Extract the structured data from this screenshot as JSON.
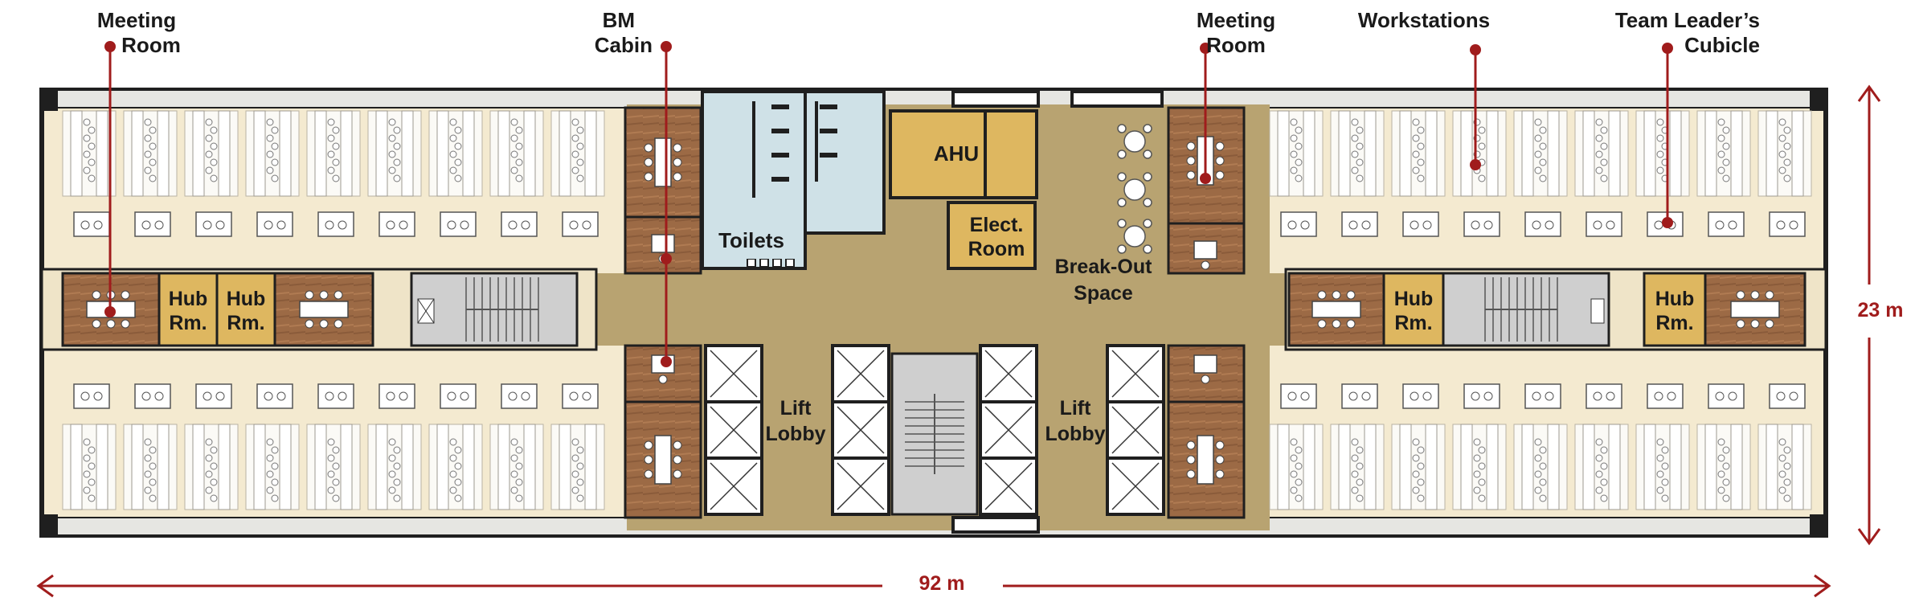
{
  "callouts": {
    "meeting_room_left": [
      "Meeting",
      "Room"
    ],
    "bm_cabin": [
      "BM",
      "Cabin"
    ],
    "meeting_room_right": [
      "Meeting",
      "Room"
    ],
    "workstations": "Workstations",
    "team_leader": [
      "Team Leader’s",
      "Cubicle"
    ]
  },
  "rooms": {
    "toilets": "Toilets",
    "ahu": "AHU",
    "elect_room": [
      "Elect.",
      "Room"
    ],
    "break_out": [
      "Break-Out",
      "Space"
    ],
    "hub_room": [
      "Hub",
      "Rm."
    ],
    "lift_lobby": [
      "Lift",
      "Lobby"
    ]
  },
  "dimensions": {
    "length": "92 m",
    "width": "23 m"
  },
  "colors": {
    "accent_red": "#a01c1c",
    "floor_cream": "#f4ead0",
    "core_tan": "#b8a371",
    "wood": "#9c6a45",
    "hub_gold": "#deb760",
    "toilet_blue": "#cfe1e7",
    "wall": "#1f1f1f"
  }
}
